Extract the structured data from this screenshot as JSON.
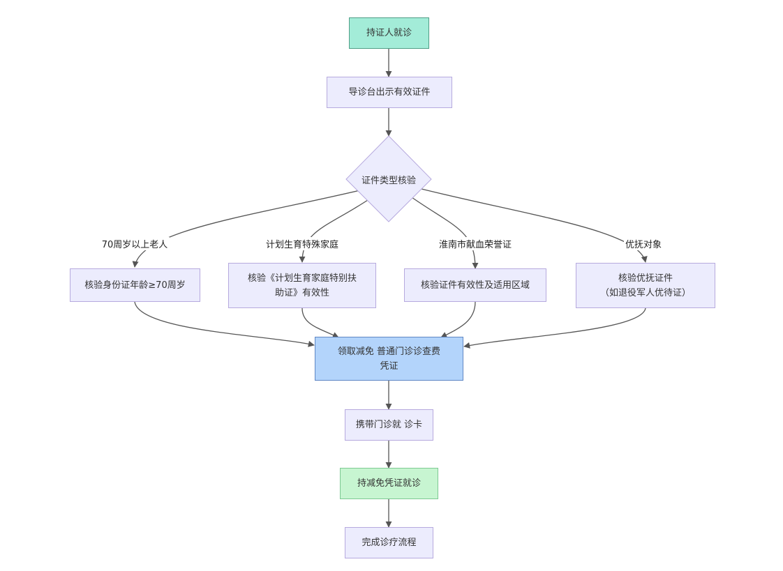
{
  "nodes": {
    "start": "持证人就诊",
    "show_docs": "导诊台出示有效证件",
    "check_type": "证件类型核验",
    "check_age": "核验身份证年龄≥70周岁",
    "check_family": "核验《计划生育家庭特别扶\n助证》有效性",
    "check_donor": "核验证件有效性及适用区域",
    "check_veteran": "核验优抚证件\n（如退役军人优待证）",
    "get_voucher": "领取减免 普通门诊诊查费\n凭证",
    "bring_card": "携带门诊就 诊卡",
    "visit_with_voucher": "持减免凭证就诊",
    "finish": "完成诊疗流程"
  },
  "edge_labels": {
    "elderly": "70周岁以上老人",
    "family_planning": "计划生育特殊家庭",
    "blood_donor": "淮南市献血荣誉证",
    "veteran": "优抚对象"
  },
  "colors": {
    "default_fill": "#ececfd",
    "default_border": "#b6a9de",
    "start_fill": "#a3ecd8",
    "voucher_fill": "#b3d4fb",
    "green_fill": "#c7f5d1",
    "edge": "#555555"
  }
}
